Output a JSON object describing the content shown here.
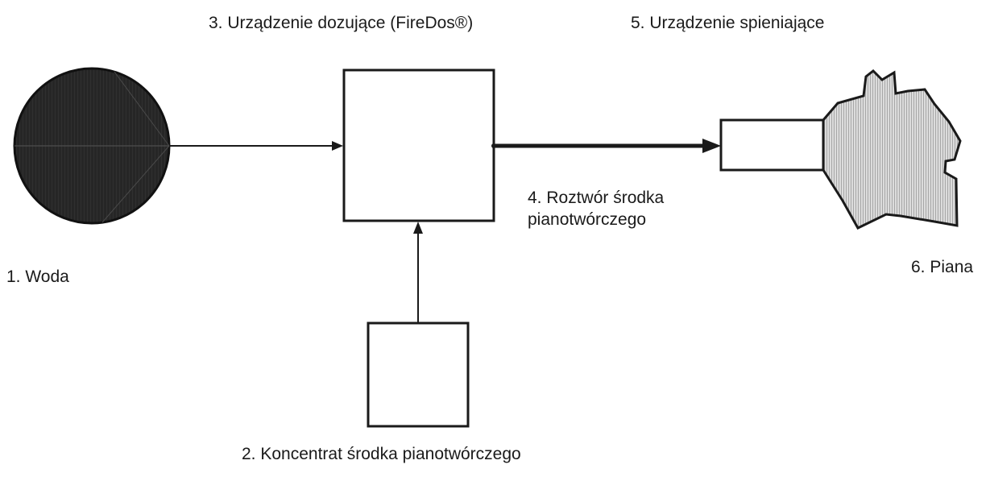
{
  "diagram": {
    "nodes": [
      {
        "id": "water",
        "label": "1. Woda"
      },
      {
        "id": "concentrate",
        "label": "2. Koncentrat środka pianotwórczego"
      },
      {
        "id": "doser",
        "label": "3. Urządzenie dozujące (FireDos®)"
      },
      {
        "id": "solution",
        "label": "4. Roztwór środka\npianotwórczego"
      },
      {
        "id": "foamer",
        "label": "5. Urządzenie spieniające"
      },
      {
        "id": "foam",
        "label": "6. Piana"
      }
    ],
    "edges": [
      {
        "from": "water",
        "to": "doser"
      },
      {
        "from": "concentrate",
        "to": "doser"
      },
      {
        "from": "doser",
        "to": "foamer",
        "label_ref": "solution"
      }
    ],
    "colors": {
      "ink": "#1a1a1a",
      "water_fill": "#262626",
      "foam_fill": "#d9d9d9",
      "background": "#ffffff"
    }
  }
}
